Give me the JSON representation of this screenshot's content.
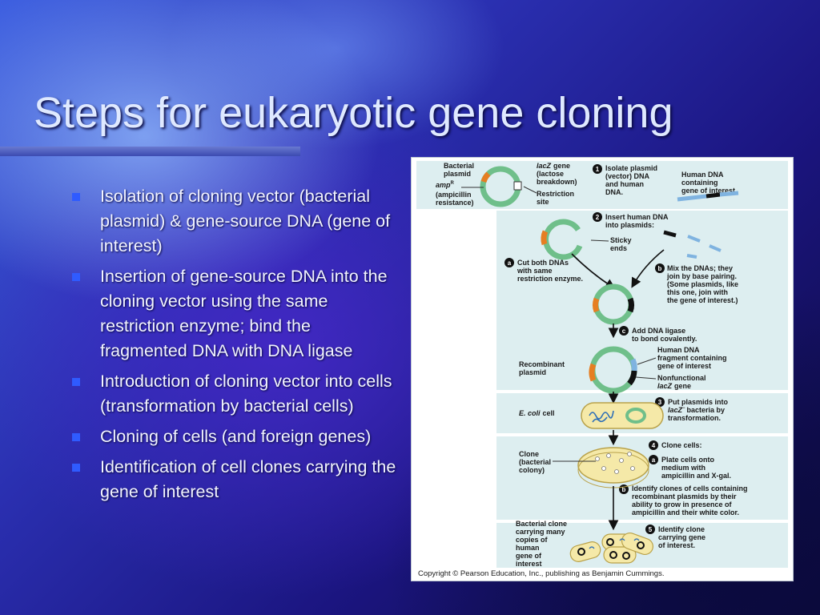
{
  "slide": {
    "title": "Steps for eukaryotic gene cloning",
    "bullets": [
      "Isolation of cloning vector (bacterial plasmid)  & gene-source DNA (gene of interest)",
      "Insertion of gene-source DNA into the cloning vector using the same restriction enzyme; bind the fragmented DNA with DNA ligase",
      "Introduction of cloning vector into cells (transformation by bacterial cells)",
      "Cloning of cells (and foreign genes)",
      "Identification of cell clones carrying the gene of interest"
    ]
  },
  "figure": {
    "bacterial_plasmid": [
      "Bacterial",
      "plasmid"
    ],
    "amp": [
      "amp",
      "R",
      "(ampicillin",
      "resistance)"
    ],
    "lacz_gene": [
      "lacZ",
      "gene",
      "(lactose",
      "breakdown)"
    ],
    "restriction_site": [
      "Restriction",
      "site"
    ],
    "step1": [
      "1",
      "Isolate plasmid",
      "(vector) DNA",
      "and human",
      "DNA."
    ],
    "human_dna": [
      "Human DNA",
      "containing",
      "gene of interest"
    ],
    "step2": [
      "2",
      "Insert human DNA",
      "into plasmids:"
    ],
    "sticky_ends": [
      "Sticky",
      "ends"
    ],
    "step2a": [
      "a",
      "Cut both DNAs",
      "with same",
      "restriction enzyme."
    ],
    "step2b": [
      "b",
      "Mix the DNAs; they",
      "join by base pairing.",
      "(Some plasmids, like",
      "this one, join with",
      "the gene of interest.)"
    ],
    "step2c": [
      "c",
      "Add DNA ligase",
      "to bond covalently."
    ],
    "recombinant": [
      "Recombinant",
      "plasmid"
    ],
    "human_fragment": [
      "Human DNA",
      "fragment containing",
      "gene of interest"
    ],
    "nonfunctional": [
      "Nonfunctional",
      "lacZ",
      "gene"
    ],
    "ecoli": [
      "E. coli",
      "cell"
    ],
    "step3": [
      "3",
      "Put plasmids into",
      "lacZ",
      "−",
      "bacteria by",
      "transformation."
    ],
    "step4": [
      "4",
      "Clone cells:"
    ],
    "clone": [
      "Clone",
      "(bacterial",
      "colony)"
    ],
    "step4a": [
      "a",
      "Plate cells onto",
      "medium with",
      "ampicillin and X-gal."
    ],
    "step4b": [
      "b",
      "Identify clones of cells containing",
      "recombinant plasmids by their",
      "ability to grow in presence of",
      "ampicillin and their white color."
    ],
    "bacterial_clone": [
      "Bacterial clone",
      "carrying many",
      "copies of",
      "human",
      "gene of",
      "interest"
    ],
    "step5": [
      "5",
      "Identify clone",
      "carrying gene",
      "of interest."
    ],
    "copyright": "Copyright © Pearson Education, Inc., publishing as Benjamin Cummings."
  },
  "colors": {
    "title": "#dfe9ff",
    "bullet_marker": "#2f5bff",
    "panel": "#ddeef0",
    "plasmid": "#6fbf8a",
    "amp_segment": "#e67e22",
    "human_dna": "#7fb3e0",
    "dish": "#f5e9a8"
  }
}
